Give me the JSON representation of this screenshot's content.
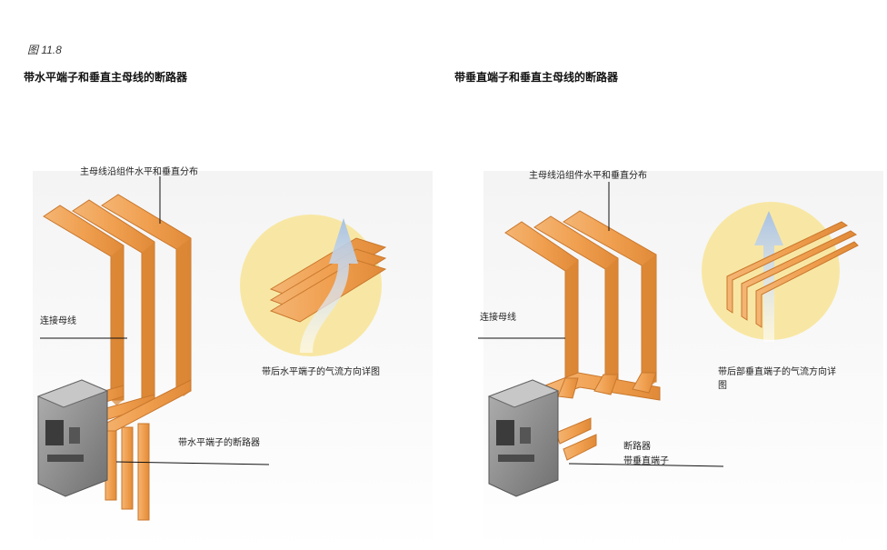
{
  "figure_number": "图 11.8",
  "left_panel": {
    "title": "带水平端子和垂直主母线的断路器",
    "label_main_busbar": "主母线沿组件水平和垂直分布",
    "label_connecting_busbar": "连接母线",
    "label_airflow_detail": "带后水平端子的气流方向详图",
    "label_breaker": "带水平端子的断路器"
  },
  "right_panel": {
    "title": "带垂直端子和垂直主母线的断路器",
    "label_main_busbar": "主母线沿组件水平和垂直分布",
    "label_connecting_busbar": "连接母线",
    "label_airflow_detail": "带后部垂直端子的气流方向详图",
    "label_breaker_line1": "断路器",
    "label_breaker_line2": "带垂直端子"
  },
  "colors": {
    "busbar": "#f0a050",
    "busbar_dark": "#d97f2e",
    "detail_circle": "#f8e7a4",
    "airflow_arrow": "#b9cde6",
    "breaker_body": "#8c8c8c"
  }
}
